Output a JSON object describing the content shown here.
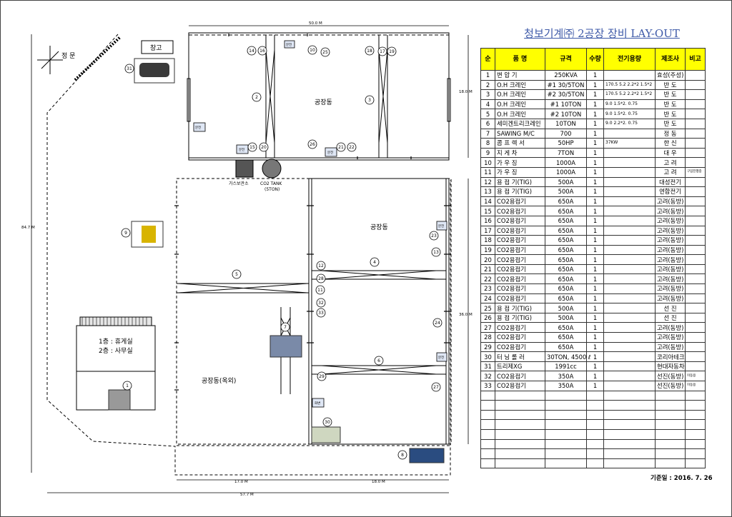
{
  "title": "청보기계㈜ 2공장 장비 LAY-OUT",
  "base_date": "기준일 : 2016. 7. 26",
  "table_headers": [
    "순",
    "품 명",
    "규격",
    "수량",
    "전기용량",
    "제조사",
    "비고"
  ],
  "rows": [
    [
      "1",
      "변 압 기",
      "250KVA",
      "1",
      "",
      "효성(주성)",
      ""
    ],
    [
      "2",
      "O.H 크레인",
      "#1 30/5TON",
      "1",
      "170.5 5.2 2.2*2 1.5*2",
      "반 도",
      ""
    ],
    [
      "3",
      "O.H 크레인",
      "#2 30/5TON",
      "1",
      "170.5 5.2 2.2*2 1.5*2",
      "반 도",
      ""
    ],
    [
      "4",
      "O.H 크레인",
      "#1 10TON",
      "1",
      "9.0 1.5*2. 0.75",
      "반 도",
      ""
    ],
    [
      "5",
      "O.H 크레인",
      "#2 10TON",
      "1",
      "9.0 1.5*2. 0.75",
      "반 도",
      ""
    ],
    [
      "6",
      "세미겐트리크레인",
      "10TON",
      "1",
      "9.0 2.2*2. 0.75",
      "반 도",
      ""
    ],
    [
      "7",
      "SAWING M/C",
      "700",
      "1",
      "",
      "정 동",
      ""
    ],
    [
      "8",
      "콤 프 렉 서",
      "50HP",
      "1",
      "37KW",
      "한 신",
      ""
    ],
    [
      "9",
      "지 게 차",
      "7TON",
      "1",
      "",
      "대 우",
      ""
    ],
    [
      "10",
      "가 우 징",
      "1000A",
      "1",
      "",
      "고 려",
      ""
    ],
    [
      "11",
      "가 우 징",
      "1000A",
      "1",
      "",
      "고 려",
      "구입진행중"
    ],
    [
      "12",
      "용 접 기(TIG)",
      "500A",
      "1",
      "",
      "대성전기",
      ""
    ],
    [
      "13",
      "용 접 기(TIG)",
      "500A",
      "1",
      "",
      "연합전기",
      ""
    ],
    [
      "14",
      "CO2용접기",
      "650A",
      "1",
      "",
      "고려(동방)",
      ""
    ],
    [
      "15",
      "CO2용접기",
      "650A",
      "1",
      "",
      "고려(동방)",
      ""
    ],
    [
      "16",
      "CO2용접기",
      "650A",
      "1",
      "",
      "고려(동방)",
      ""
    ],
    [
      "17",
      "CO2용접기",
      "650A",
      "1",
      "",
      "고려(동방)",
      ""
    ],
    [
      "18",
      "CO2용접기",
      "650A",
      "1",
      "",
      "고려(동방)",
      ""
    ],
    [
      "19",
      "CO2용접기",
      "650A",
      "1",
      "",
      "고려(동방)",
      ""
    ],
    [
      "20",
      "CO2용접기",
      "650A",
      "1",
      "",
      "고려(동방)",
      ""
    ],
    [
      "21",
      "CO2용접기",
      "650A",
      "1",
      "",
      "고려(동방)",
      ""
    ],
    [
      "22",
      "CO2용접기",
      "650A",
      "1",
      "",
      "고려(동방)",
      ""
    ],
    [
      "23",
      "CO2용접기",
      "650A",
      "1",
      "",
      "고려(동방)",
      ""
    ],
    [
      "24",
      "CO2용접기",
      "650A",
      "1",
      "",
      "고려(동방)",
      ""
    ],
    [
      "25",
      "용 접 기(TIG)",
      "500A",
      "1",
      "",
      "선 진",
      ""
    ],
    [
      "26",
      "용 접 기(TIG)",
      "500A",
      "1",
      "",
      "선 진",
      ""
    ],
    [
      "27",
      "CO2용접기",
      "650A",
      "1",
      "",
      "고려(동방)",
      ""
    ],
    [
      "28",
      "CO2용접기",
      "650A",
      "1",
      "",
      "고려(동방)",
      ""
    ],
    [
      "29",
      "CO2용접기",
      "650A",
      "1",
      "",
      "고려(동방)",
      ""
    ],
    [
      "30",
      "터 닝 롤 러",
      "30TON, 4500 ℓ",
      "1",
      "",
      "코리아테크",
      ""
    ],
    [
      "31",
      "트리제XG",
      "1991cc",
      "1",
      "",
      "현대자동차",
      ""
    ],
    [
      "32",
      "CO2용접기",
      "350A",
      "1",
      "",
      "선진(동방)",
      "이동용"
    ],
    [
      "33",
      "CO2용접기",
      "350A",
      "1",
      "",
      "선진(동방)",
      "이동용"
    ]
  ],
  "empty_rows": 8,
  "plan": {
    "compass_label": "정 문",
    "warehouse": "창고",
    "hall_top": "공장동",
    "hall_right": "공장동",
    "hall_outdoor": "공장동(옥외)",
    "gas_storage": "가스보관소",
    "co2_tank": "CO2 TANK",
    "co2_tank_cap": "(5TON)",
    "office_floor1": "1층 : 휴게실",
    "office_floor2": "2층 : 사무실",
    "box_label": "분전",
    "box_label2": "화변",
    "dims": {
      "top": "50.0 M",
      "right_top": "18.0 M",
      "right_main": "36.0 M",
      "left_total": "84.7 M",
      "bottom_left": "17.0 M",
      "bottom_right": "18.0 M",
      "bottom_total": "57.7 M"
    },
    "markers": [
      "1",
      "2",
      "3",
      "4",
      "5",
      "6",
      "7",
      "8",
      "9",
      "10",
      "11",
      "12",
      "13",
      "14",
      "15",
      "16",
      "17",
      "18",
      "19",
      "20",
      "21",
      "22",
      "23",
      "24",
      "25",
      "26",
      "27",
      "28",
      "29",
      "30",
      "31",
      "32",
      "33"
    ]
  }
}
